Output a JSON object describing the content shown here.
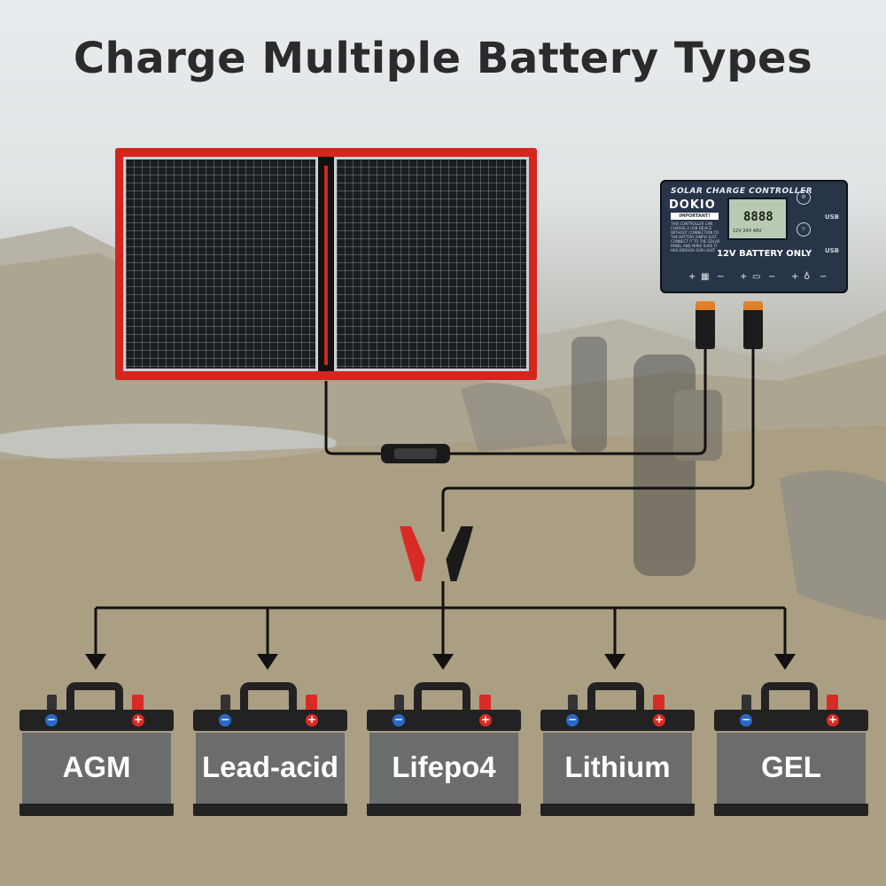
{
  "title": "Charge Multiple Battery Types",
  "controller": {
    "header": "SOLAR CHARGE CONTROLLER",
    "brand": "DOKIO",
    "important": "IMPORTANT!",
    "note": "THIS CONTROLLER CAN CHARGE A USB DEVICE WITHOUT CONNECTION TO THE BATTERY,SIMPLY JUST CONNECT IT TO THE SOLAR PANEL AND MAKE SURE IT HAS ENOUGH SUN LIGHT",
    "lcd_digits": "8888",
    "lcd_voltages": "12V 24V 48V",
    "battery_only": "12V BATTERY ONLY",
    "usb_label": "USB",
    "footer_plus": "+",
    "footer_minus": "−"
  },
  "batteries": [
    {
      "label": "AGM"
    },
    {
      "label": "Lead-acid"
    },
    {
      "label": "Lifepo4"
    },
    {
      "label": "Lithium"
    },
    {
      "label": "GEL"
    }
  ],
  "colors": {
    "panel_frame": "#d4261f",
    "controller_body": "#283447",
    "battery_body": "#6a6c6e",
    "terminal_negative": "#2a69c6",
    "terminal_positive": "#d92b25"
  }
}
